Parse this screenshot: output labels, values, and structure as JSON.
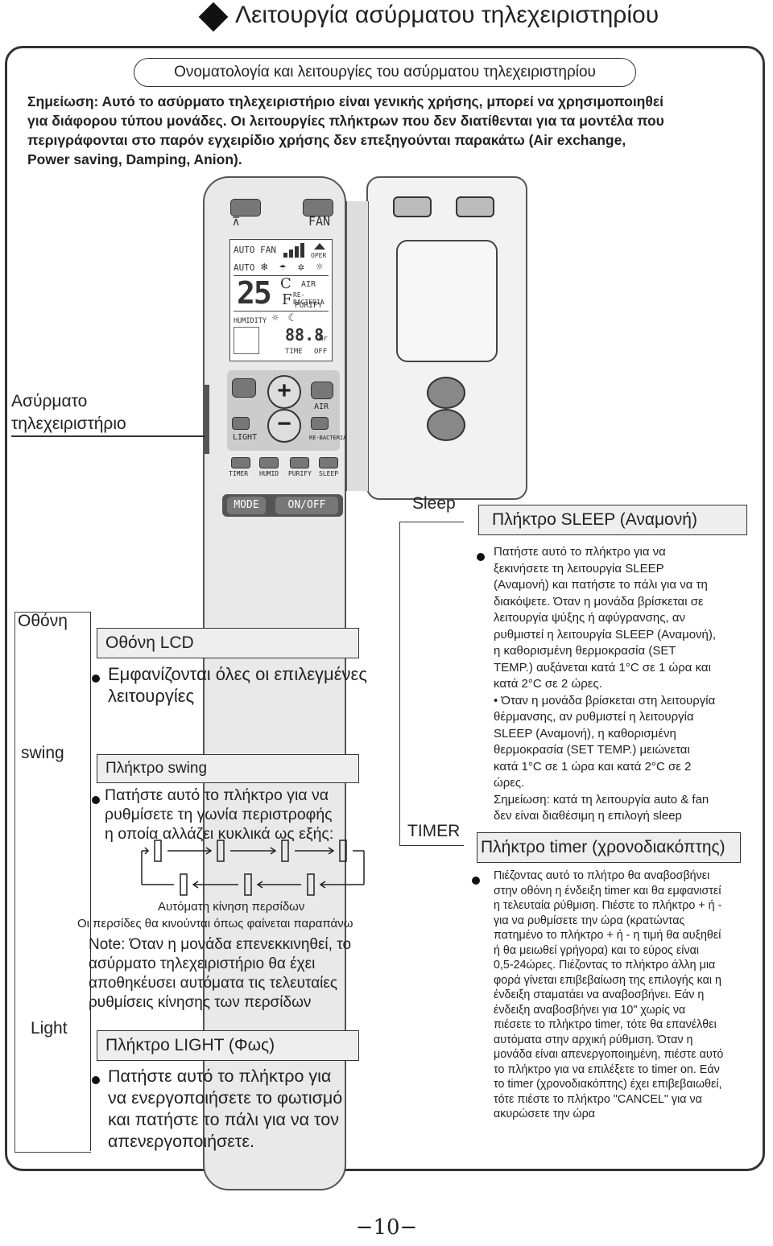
{
  "header": {
    "title": "Λειτουργία ασύρματου τηλεχειριστηρίου"
  },
  "subtitle": "Ονοματολογία και λειτουργίες του ασύρματου τηλεχειριστηρίου",
  "note_lines": [
    "Σημείωση: Αυτό το ασύρματο τηλεχειριστήριο είναι γενικής χρήσης, μπορεί να χρησιμοποιηθεί",
    "για διάφορου τύπου μονάδες. Οι λειτουργίες πλήκτρων που δεν διατίθενται για τα μοντέλα που",
    "περιγράφονται στο παρόν εγχειρίδιο χρήσης δεν επεξηγούνται παρακάτω (Air exchange,",
    "Power saving, Damping, Anion)."
  ],
  "remote": {
    "label_line1": "Ασύρματο",
    "label_line2": "τηλεχειριστήριο",
    "fan": "FAN",
    "lcd": {
      "auto_fan": "AUTO FAN",
      "oper": "OPER",
      "auto": "AUTO",
      "temp": "25",
      "c": "C",
      "f": "F",
      "air": "AIR",
      "re_bacteria": "RE-BACTERIA",
      "purify": "PURIFY",
      "humidity": "HUMIDITY",
      "timer_digits": "88.8",
      "hr": "Hr",
      "time": "TIME",
      "off": "OFF"
    },
    "plus": "+",
    "minus": "−",
    "air": "AIR",
    "light": "LIGHT",
    "re_bacteria": "RE-BACTERIA",
    "row_labels": [
      "TIMER",
      "HUMID",
      "PURIFY",
      "SLEEP"
    ],
    "mode": "MODE",
    "on_off": "ON/OFF"
  },
  "left": {
    "screen_label": "Οθόνη",
    "lcd_box": "Οθόνη LCD",
    "lcd_desc_1": "Εμφανίζονται όλες οι επιλεγμένες",
    "lcd_desc_2": "λειτουργίες",
    "swing_label": "swing",
    "swing_box": "Πλήκτρο swing",
    "swing_desc": [
      "Πατήστε αυτό το πλήκτρο για να",
      "ρυθμίσετε τη γωνία περιστροφής",
      "η οποία αλλάζει κυκλικά ως εξής:"
    ],
    "auto_louver": "Αυτόματη κίνηση περσίδων",
    "louver_move": "Οι περσίδες θα κινούνται όπως φαίνεται παραπάνω",
    "note_lines": [
      "Note: Όταν η μονάδα επενεκκινηθεί, το",
      "ασύρματο τηλεχειριστήριο θα έχει",
      "αποθηκέυσει αυτόματα τις τελευταίες",
      "ρυθμίσεις κίνησης των περσίδων"
    ],
    "light_label": "Light",
    "light_box": "Πλήκτρο LIGHT (Φως)",
    "light_desc": [
      "Πατήστε αυτό το πλήκτρο για",
      "να ενεργοποιήσετε το φωτισμό",
      "και πατήστε το πάλι για να τον",
      "απενεργοποιήσετε."
    ]
  },
  "right": {
    "sleep_label": "Sleep",
    "sleep_box": "Πλήκτρο SLEEP (Αναμονή)",
    "sleep_desc": [
      "Πατήστε αυτό το πλήκτρο για να",
      "ξεκινήσετε τη λειτουργία SLEEP",
      "(Αναμονή) και πατήστε το πάλι για να τη",
      "διακόψετε. Όταν η μονάδα βρίσκεται σε",
      "λειτουργία ψύξης ή αφύγρανσης, αν",
      "ρυθμιστεί η λειτουργία SLEEP (Αναμονή),",
      "η καθορισμένη θερμοκρασία (SET",
      "TEMP.) αυξάνεται κατά 1°C σε 1 ώρα και",
      "κατά 2°C σε 2 ώρες.",
      "• Όταν η μονάδα βρίσκεται στη λειτουργία",
      "θέρμανσης, αν ρυθμιστεί η λειτουργία",
      "SLEEP (Αναμονή), η καθορισμένη",
      "θερμοκρασία (SET TEMP.) μειώνεται",
      "κατά 1°C σε 1 ώρα και κατά 2°C σε 2",
      "ώρες.",
      "Σημείωση: κατά τη λειτουργία auto & fan",
      "δεν είναι διαθέσιμη η επιλογή sleep"
    ],
    "timer_label": "TIMER",
    "timer_box": "Πλήκτρο timer (χρονοδιακόπτης)",
    "timer_desc": [
      "Πιέζοντας αυτό το πλήτρο θα αναβοσβήνει",
      "στην οθόνη η ένδειξη timer και θα εμφανιστεί",
      "η τελευταία ρύθμιση. Πιέστε το πλήκτρο + ή -",
      "για να ρυθμίσετε την ώρα (κρατώντας",
      "πατημένο το πλήκτρο + ή - η τιμή θα αυξηθεί",
      "ή θα μειωθεί γρήγορα) και το εύρος είναι",
      "0,5-24ώρες. Πιέζοντας το πλήκτρο άλλη μια",
      "φορά γίνεται επιβεβαίωση της επιλογής και η",
      "ένδειξη σταματάει να αναβοσβήνει. Εάν η",
      "ένδειξη αναβοσβήνει για 10\" χωρίς να",
      "πιέσετε το πλήκτρο timer, τότε θα επανέλθει",
      "αυτόματα στην αρχική ρύθμιση. Όταν η",
      "μονάδα είναι απενεργοποιημένη, πιέστε αυτό",
      "το πλήκτρο για να επιλέξετε το timer on. Εάν",
      "το timer (χρονοδιακόπτης) έχει επιβεβαιωθεί,",
      "τότε πιέστε το πλήκτρο \"CANCEL\" για να",
      "ακυρώσετε την ώρα"
    ]
  },
  "footer": {
    "page_number": "−10−"
  }
}
